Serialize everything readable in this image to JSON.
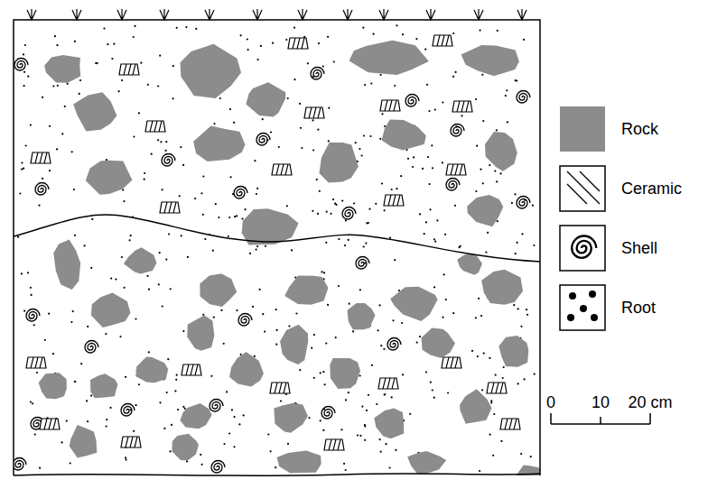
{
  "diagram": {
    "labels": [
      "0",
      "10",
      "20 cm"
    ],
    "legend": [
      {
        "text": "Rock",
        "color": "#8c8c8c"
      },
      {
        "text": "Ceramic"
      },
      {
        "text": "Shell"
      },
      {
        "text": "Root"
      }
    ]
  }
}
